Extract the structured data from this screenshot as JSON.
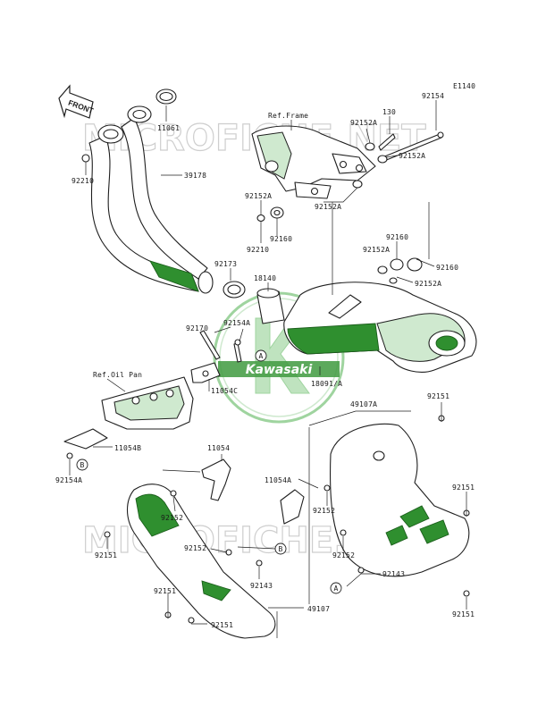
{
  "diagram_code": "E1140",
  "watermark": "MICROFICHE.NET",
  "brand_watermark": "Kawasaki",
  "front_label": "FRONT",
  "ref_labels": {
    "frame": "Ref.Frame",
    "oil_pan": "Ref.Oil Pan"
  },
  "callouts": {
    "A": "A",
    "B": "B"
  },
  "part_numbers": {
    "p11061": "11061",
    "p92210_top": "92210",
    "p39178": "39178",
    "p92154_top": "92154",
    "p130": "130",
    "p92152A_1": "92152A",
    "p92152A_2": "92152A",
    "p92152A_3": "92152A",
    "p92152A_4": "92152A",
    "p92152A_5": "92152A",
    "p92152A_6": "92152A",
    "p92160_1": "92160",
    "p92160_2": "92160",
    "p92160_3": "92160",
    "p92210_mid": "92210",
    "p92173": "92173",
    "p18140": "18140",
    "p92170": "92170",
    "p92154A_1": "92154A",
    "p11054C": "11054C",
    "p18091A": "18091/A",
    "p11054B": "11054B",
    "p92154A_2": "92154A",
    "p92151_1": "92151",
    "p49107A": "49107A",
    "p11054": "11054",
    "p11054A": "11054A",
    "p92151_2": "92151",
    "p92152_1": "92152",
    "p92152_2": "92152",
    "p92151_3": "92151",
    "p92152_3": "92152",
    "p92152_4": "92152",
    "p92143_1": "92143",
    "p92143_2": "92143",
    "p92151_4": "92151",
    "p92151_5": "92151",
    "p49107": "49107",
    "p92151_6": "92151"
  }
}
